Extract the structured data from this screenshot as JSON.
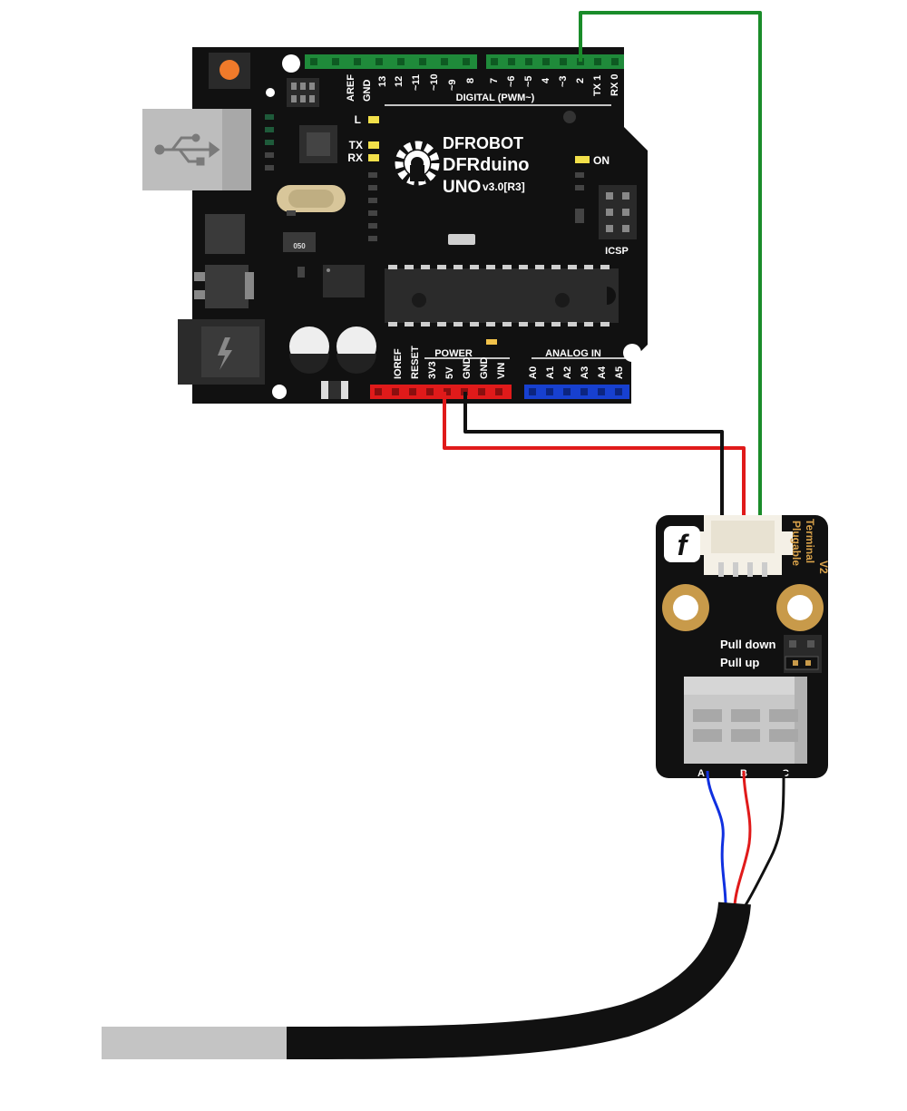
{
  "colors": {
    "pcb": "#111111",
    "header_green": "#1f8a3a",
    "header_red": "#e01a1a",
    "header_blue": "#1740d0",
    "wire_green": "#1a8c2a",
    "wire_red": "#e01a1a",
    "wire_black": "#111111",
    "wire_blue": "#1030e0",
    "cable_gray": "#c4c4c4",
    "pad_gold": "#c89a4a",
    "module_text_orange": "#d9a24a",
    "usb_gray": "#bdbdbd",
    "terminal_gray": "#c8c8c8"
  },
  "board": {
    "brand": "DFROBOT",
    "model": "DFRduino",
    "uno": "UNO",
    "version": "v3.0[R3]",
    "digital_label": "DIGITAL (PWM~)",
    "power_label": "POWER",
    "analog_label": "ANALOG IN",
    "on_label": "ON",
    "icsp_label": "ICSP",
    "led_l": "L",
    "led_tx": "TX",
    "led_rx": "RX",
    "crystal_label": "050",
    "digital_pins_left": [
      "AREF",
      "GND",
      "13",
      "12",
      "~11",
      "~10",
      "~9",
      "8"
    ],
    "digital_pins_right": [
      "7",
      "~6",
      "~5",
      "4",
      "~3",
      "2",
      "TX 1",
      "RX 0"
    ],
    "power_pins": [
      "IOREF",
      "RESET",
      "3V3",
      "5V",
      "GND",
      "GND",
      "VIN"
    ],
    "analog_pins": [
      "A0",
      "A1",
      "A2",
      "A3",
      "A4",
      "A5"
    ]
  },
  "module": {
    "logo": "f",
    "title_line1": "Plugable",
    "title_line2": "Terminal",
    "title_line3": "V2",
    "pull_down": "Pull down",
    "pull_up": "Pull up",
    "terminal_labels": [
      "A",
      "B",
      "C"
    ]
  },
  "icons": [
    "usb-icon",
    "lightning-icon",
    "gear-logo-icon",
    "dfrobot-f-icon"
  ]
}
